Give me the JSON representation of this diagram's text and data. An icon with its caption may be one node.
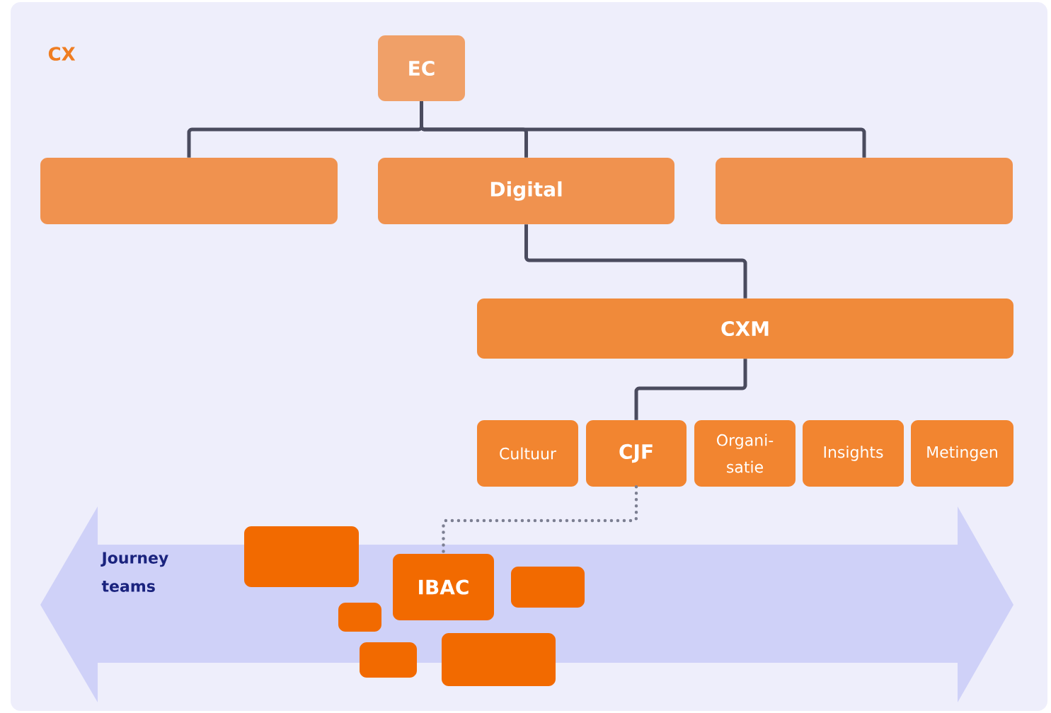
{
  "diagram": {
    "title": "CX",
    "nodes": [
      {
        "text": [
          "EC"
        ]
      },
      {
        "text": [],
        "shape": "box"
      },
      {
        "text": [
          "Digital"
        ]
      },
      {
        "text": [],
        "shape": "box"
      },
      {
        "text": [
          "CXM"
        ]
      },
      {
        "text": [
          "Cultuur"
        ]
      },
      {
        "text": [
          "CJF"
        ]
      },
      {
        "text": [
          "Organi- satie"
        ]
      },
      {
        "text": [
          "Insights"
        ]
      },
      {
        "text": [
          "Metingen"
        ]
      },
      {
        "text": [
          "Journey teams"
        ]
      },
      {
        "text": [],
        "shape": "box",
        "in": 10
      },
      {
        "text": [
          "IBAC"
        ],
        "in": 10
      },
      {
        "text": [],
        "shape": "box",
        "in": 10
      },
      {
        "text": [],
        "shape": "box",
        "in": 10
      },
      {
        "text": [],
        "shape": "box",
        "in": 10
      },
      {
        "text": [],
        "shape": "box",
        "in": 10
      }
    ],
    "edges": [
      {
        "from": 0,
        "to": 1,
        "arrow": "none"
      },
      {
        "from": 0,
        "to": 2,
        "arrow": "none"
      },
      {
        "from": 0,
        "to": 3,
        "arrow": "none"
      },
      {
        "from": 2,
        "to": 4,
        "arrow": "none"
      },
      {
        "from": 4,
        "to": 6,
        "arrow": "none"
      },
      {
        "from": 6,
        "to": 12,
        "arrow": "none",
        "style": "dashed",
        "color": "#7c7f92"
      }
    ]
  }
}
